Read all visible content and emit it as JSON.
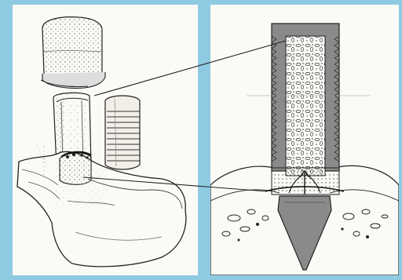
{
  "figure": {
    "background_color": "#8ecbe2",
    "panel_color": "#fbfaf6",
    "ink_color": "#2a2a2a",
    "panels": [
      {
        "name": "left-panel",
        "content": "sketch-of-implant-cap-sleeve-and-threaded-cylinder-above-bone-site"
      },
      {
        "name": "right-panel",
        "content": "cross-section-of-threaded-tube-filled-with-bone-granules-set-in-bone"
      }
    ]
  }
}
